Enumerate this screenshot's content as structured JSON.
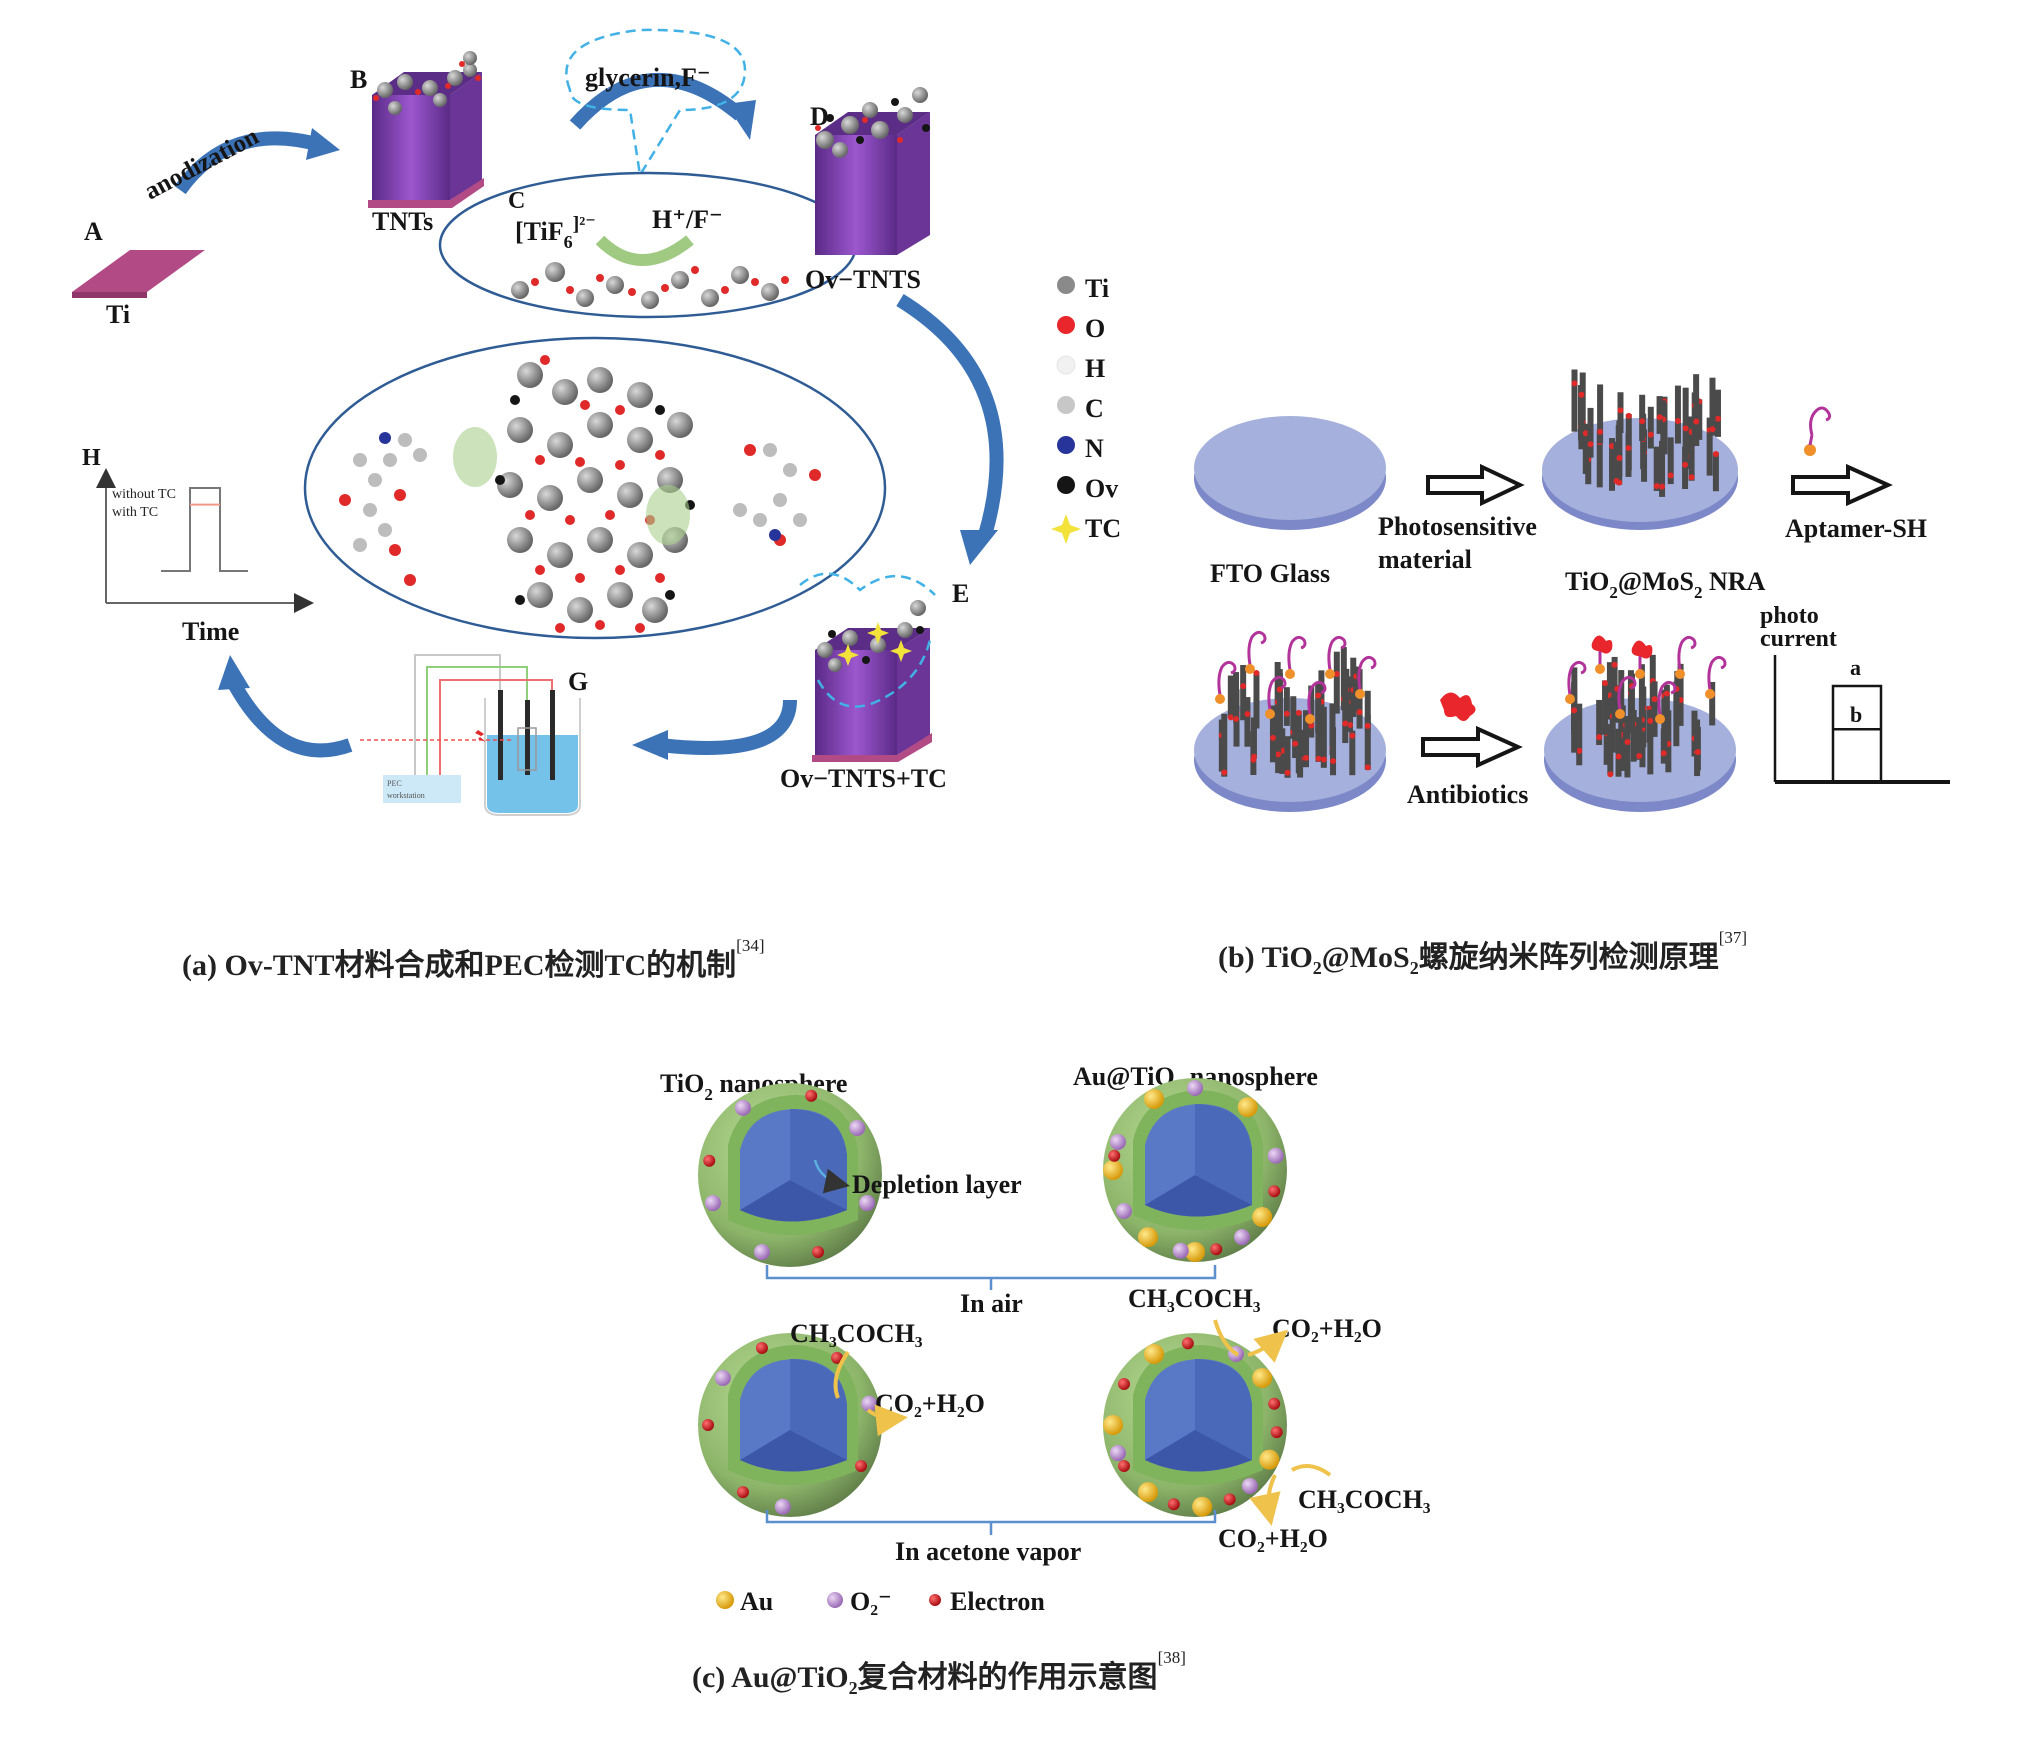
{
  "panel_a": {
    "caption": {
      "prefix": "(a)",
      "text": "Ov-TNT材料合成和PEC检测TC的机制",
      "ref": "[34]"
    },
    "step_labels": {
      "A": "A",
      "B": "B",
      "C": "C",
      "D": "D",
      "E": "E",
      "G": "G",
      "H": "H"
    },
    "items": {
      "ti_plate": "Ti",
      "anodization": "anodization",
      "tnts": "TNTs",
      "glycerin": "glycerin,F⁻",
      "tif6_main": "[TiF",
      "tif6_sub": "6",
      "tif6_sup": "]²⁻",
      "h_f": "H⁺/F⁻",
      "ov_tnts": "Ov−TNTS",
      "ov_tnts_tc": "Ov−TNTS+TC",
      "pec_line1": "PEC",
      "pec_line2": "workstation"
    },
    "plot_h": {
      "ylabel": "H",
      "xlabel": "Time",
      "legend_without": "without TC",
      "legend_with": "with TC",
      "signal_without_tc": 1.0,
      "signal_with_tc": 0.8
    },
    "legend": [
      {
        "symbol": "Ti",
        "color": "#8a8a8a"
      },
      {
        "symbol": "O",
        "color": "#e8262b"
      },
      {
        "symbol": "H",
        "color": "#f1f1f1"
      },
      {
        "symbol": "C",
        "color": "#c7c7c7"
      },
      {
        "symbol": "N",
        "color": "#27359a"
      },
      {
        "symbol": "Ov",
        "color": "#151515"
      },
      {
        "symbol": "TC",
        "color": "#f2e23a"
      }
    ],
    "colors": {
      "nanotube": "#7b3fa8",
      "substrate": "#b24a86",
      "arrow": "#3c73b7",
      "ellipse": "#2f5c94",
      "dashed": "#41b1e6"
    }
  },
  "panel_b": {
    "caption": {
      "prefix": "(b)",
      "text_pre": "TiO",
      "sub1": "2",
      "text_mid": "@MoS",
      "sub2": "2",
      "text_post": "螺旋纳米阵列检测原理",
      "ref": "[37]"
    },
    "labels": {
      "fto": "FTO Glass",
      "photo1": "Photosensitive",
      "photo2": "material",
      "nra_pre": "TiO",
      "nra_sub1": "2",
      "nra_mid": "@MoS",
      "nra_sub2": "2",
      "nra_post": " NRA",
      "aptamer": "Aptamer-SH",
      "antibiotics": "Antibiotics",
      "pc1": "photo",
      "pc2": "current",
      "a": "a",
      "b": "b"
    },
    "photocurrent": {
      "a": 1.0,
      "b": 0.55
    },
    "colors": {
      "disc": "#a6b0dc",
      "disc_edge": "#7d88c8",
      "rod": "#4a4a4a",
      "dot": "#e02a2a",
      "aptamer": "#b2339a",
      "thiol": "#f0902a"
    }
  },
  "panel_c": {
    "caption": {
      "prefix": "(c)",
      "text_pre": "Au@TiO",
      "sub": "2",
      "text_post": "复合材料的作用示意图",
      "ref": "[38]"
    },
    "labels": {
      "tio2_pre": "TiO",
      "tio2_sub": "2",
      "tio2_post": " nanosphere",
      "au_pre": "Au@TiO",
      "au_sub": "2",
      "au_post": " nanosphere",
      "depletion": "Depletion layer",
      "in_air": "In air",
      "in_acetone": "In acetone vapor",
      "acetone": "CH₃COCH₃",
      "products": "CO₂+H₂O"
    },
    "legend": [
      {
        "name": "Au",
        "color": "#e9b21c"
      },
      {
        "name": "O₂⁻",
        "color": "#b48ac8"
      },
      {
        "name": "Electron",
        "color": "#c8161d"
      }
    ],
    "colors": {
      "shell": "#8fbf6c",
      "core": "#4667b8",
      "bracket": "#5b8fce"
    }
  }
}
